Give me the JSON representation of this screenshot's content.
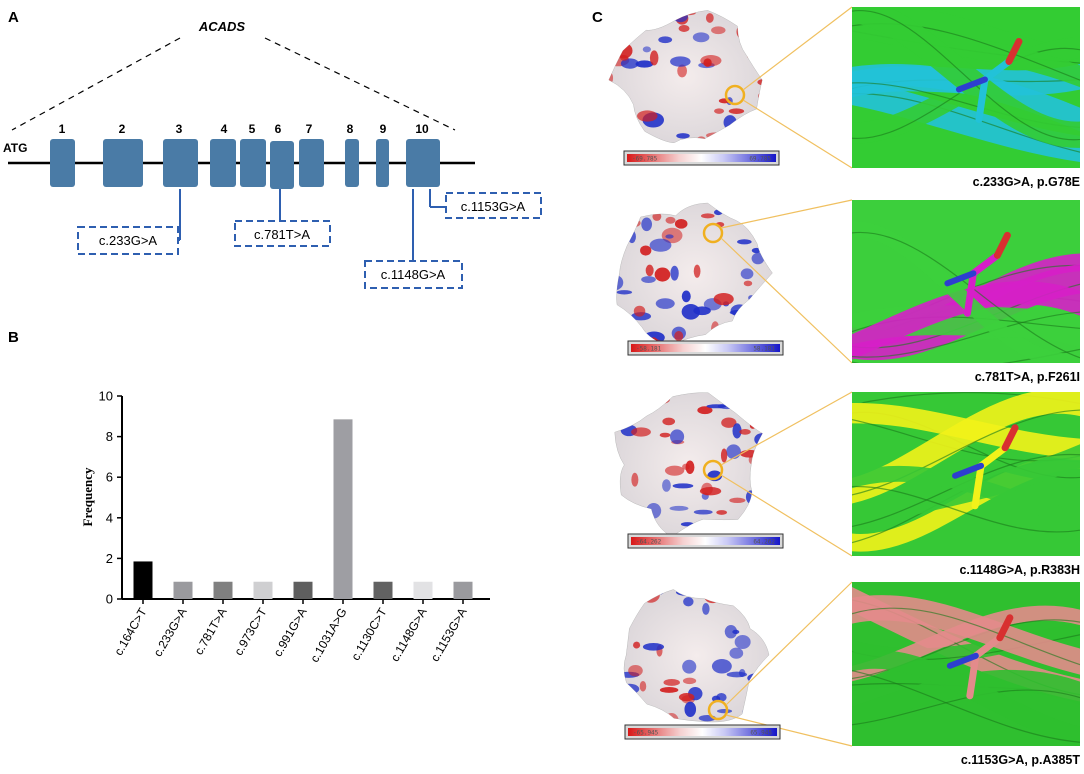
{
  "panel_a": {
    "letter": "A",
    "gene": "ACADS",
    "start": "ATG",
    "exons": [
      "1",
      "2",
      "3",
      "4",
      "5",
      "6",
      "7",
      "8",
      "9",
      "10"
    ],
    "variants": [
      "c.233G>A",
      "c.781T>A",
      "c.1148G>A",
      "c.1153G>A"
    ],
    "exon_color": "#4a7ba6",
    "box_color": "#2e5fb0"
  },
  "panel_b": {
    "letter": "B",
    "chart_data": {
      "type": "bar",
      "categories": [
        "c.164C>T",
        "c.233G>A",
        "c.781T>A",
        "c.973C>T",
        "c.991G>A",
        "c.1031A>G",
        "c.1130C>T",
        "c.1148G>A",
        "c.1153G>A"
      ],
      "values": [
        1.85,
        0.85,
        0.85,
        0.85,
        0.85,
        8.85,
        0.85,
        0.85,
        0.85
      ],
      "colors": [
        "#000000",
        "#9a9a9e",
        "#808080",
        "#cfcfd1",
        "#5f5f5f",
        "#9e9ea3",
        "#626262",
        "#e2e2e4",
        "#9a9a9e"
      ],
      "ylabel": "Frequency",
      "ylim": [
        0,
        10
      ],
      "yticks": [
        "0",
        "2",
        "4",
        "6",
        "8",
        "10"
      ],
      "grid": false
    }
  },
  "panel_c": {
    "letter": "C",
    "rows": [
      {
        "caption": "c.233G>A, p.G78E",
        "scale_min": "-69.785",
        "scale_max": "69.785",
        "color_a": "#22c2d8",
        "color_b": "#33cc33"
      },
      {
        "caption": "c.781T>A, p.F261I",
        "scale_min": "-58.181",
        "scale_max": "58.181",
        "color_a": "#d61fc8",
        "color_b": "#3ccf3c"
      },
      {
        "caption": "c.1148G>A, p.R383H",
        "scale_min": "-64.262",
        "scale_max": "64.262",
        "color_a": "#f2f21a",
        "color_b": "#36c836"
      },
      {
        "caption": "c.1153G>A, p.A385T",
        "scale_min": "-65.945",
        "scale_max": "65.945",
        "color_a": "#e38b8b",
        "color_b": "#2fbf2f"
      }
    ]
  }
}
